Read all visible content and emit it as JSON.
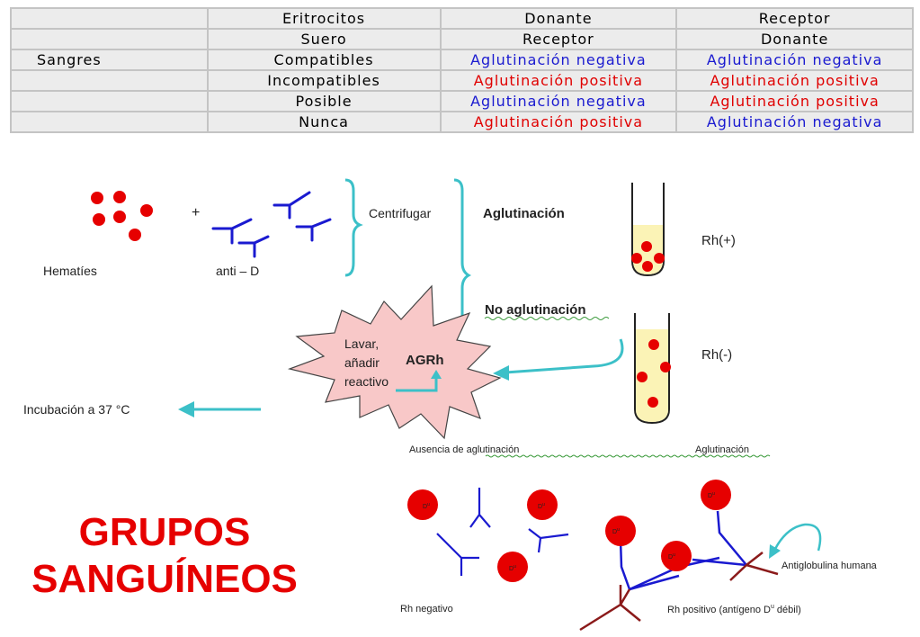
{
  "table": {
    "rows": [
      {
        "label": "",
        "col1": "Eritrocitos",
        "col2": "Donante",
        "col3": "Receptor",
        "c2": "plain",
        "c3": "plain"
      },
      {
        "label": "",
        "col1": "Suero",
        "col2": "Receptor",
        "col3": "Donante",
        "c2": "plain",
        "c3": "plain"
      },
      {
        "label": "Sangres",
        "col1": "Compatibles",
        "col2": "Aglutinación negativa",
        "col3": "Aglutinación negativa",
        "c2": "neg",
        "c3": "neg"
      },
      {
        "label": "",
        "col1": "Incompatibles",
        "col2": "Aglutinación positiva",
        "col3": "Aglutinación positiva",
        "c2": "pos",
        "c3": "pos"
      },
      {
        "label": "",
        "col1": "Posible",
        "col2": "Aglutinación negativa",
        "col3": "Aglutinación positiva",
        "c2": "neg",
        "c3": "pos"
      },
      {
        "label": "",
        "col1": "Nunca",
        "col2": "Aglutinación positiva",
        "col3": "Aglutinación negativa",
        "c2": "pos",
        "c3": "neg"
      }
    ]
  },
  "diagram": {
    "hematies_label": "Hematíes",
    "plus_sign": "+",
    "anti_d_label": "anti – D",
    "centrifugar_label": "Centrifugar",
    "aglutinacion_label": "Aglutinación",
    "no_aglutinacion_label": "No aglutinación",
    "rh_pos_label": "Rh(+)",
    "rh_neg_label": "Rh(-)",
    "lavar_line1": "Lavar,",
    "lavar_line2": "añadir",
    "lavar_line3": "reactivo",
    "agrh_label": "AGRh",
    "incubacion_label": "Incubación a 37 °C",
    "ausencia_label": "Ausencia de aglutinación",
    "aglutinacion_small_label": "Aglutinación",
    "du_label": "D",
    "du_superscript": "u",
    "antiglobulina_label": "Antiglobulina humana",
    "rh_negativo_label": "Rh negativo",
    "rh_positivo_label_pre": "Rh positivo (antígeno D",
    "rh_positivo_label_post": " débil)"
  },
  "title": {
    "line1": "GRUPOS",
    "line2": "SANGUÍNEOS"
  },
  "colors": {
    "red": "#e60000",
    "blue": "#1a1ad0",
    "teal": "#3cc0c8",
    "cream": "#fbf3b6",
    "star": "#f8c8c8",
    "brown": "#8b1a1a"
  }
}
